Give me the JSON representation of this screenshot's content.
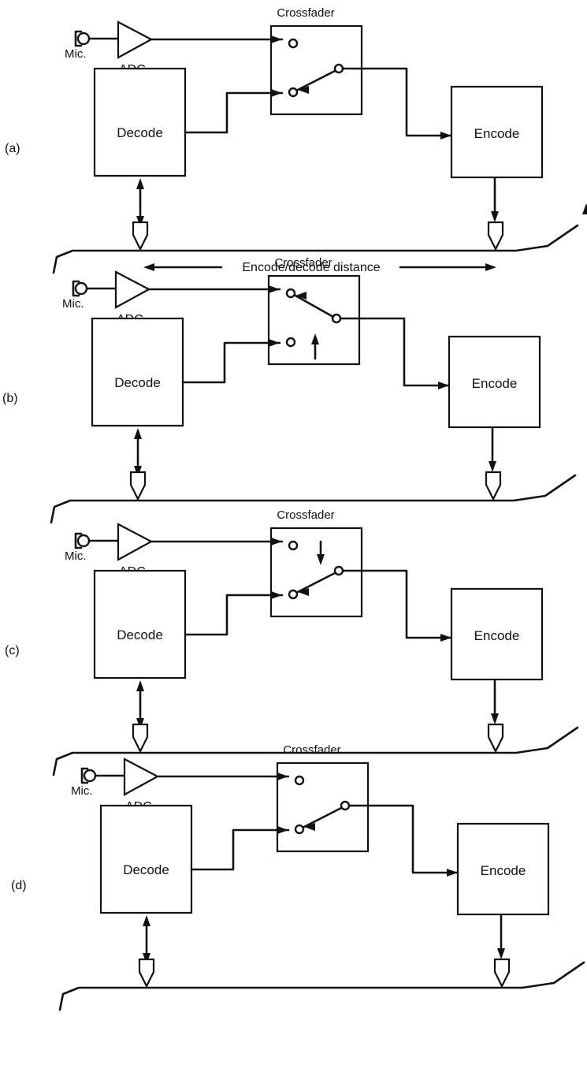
{
  "panels": [
    {
      "tag": "(a)",
      "crossfader_label": "Crossfader",
      "mic_label": "Mic.",
      "adc_label": "ADC",
      "decode_label": "Decode",
      "encode_label": "Encode",
      "switch_position": "decode",
      "fade_arrow": "none",
      "distance_label": "Encode/decode distance"
    },
    {
      "tag": "(b)",
      "crossfader_label": "Crossfader",
      "mic_label": "Mic.",
      "adc_label": "ADC",
      "decode_label": "Decode",
      "encode_label": "Encode",
      "switch_position": "mic",
      "fade_arrow": "up"
    },
    {
      "tag": "(c)",
      "crossfader_label": "Crossfader",
      "mic_label": "Mic.",
      "adc_label": "ADC",
      "decode_label": "Decode",
      "encode_label": "Encode",
      "switch_position": "decode",
      "fade_arrow": "down"
    },
    {
      "tag": "(d)",
      "crossfader_label": "Crossfader",
      "mic_label": "Mic.",
      "adc_label": "ADC",
      "decode_label": "Decode",
      "encode_label": "Encode",
      "switch_position": "decode",
      "fade_arrow": "none"
    }
  ],
  "colors": {
    "ink": "#111111",
    "background": "#ffffff"
  }
}
